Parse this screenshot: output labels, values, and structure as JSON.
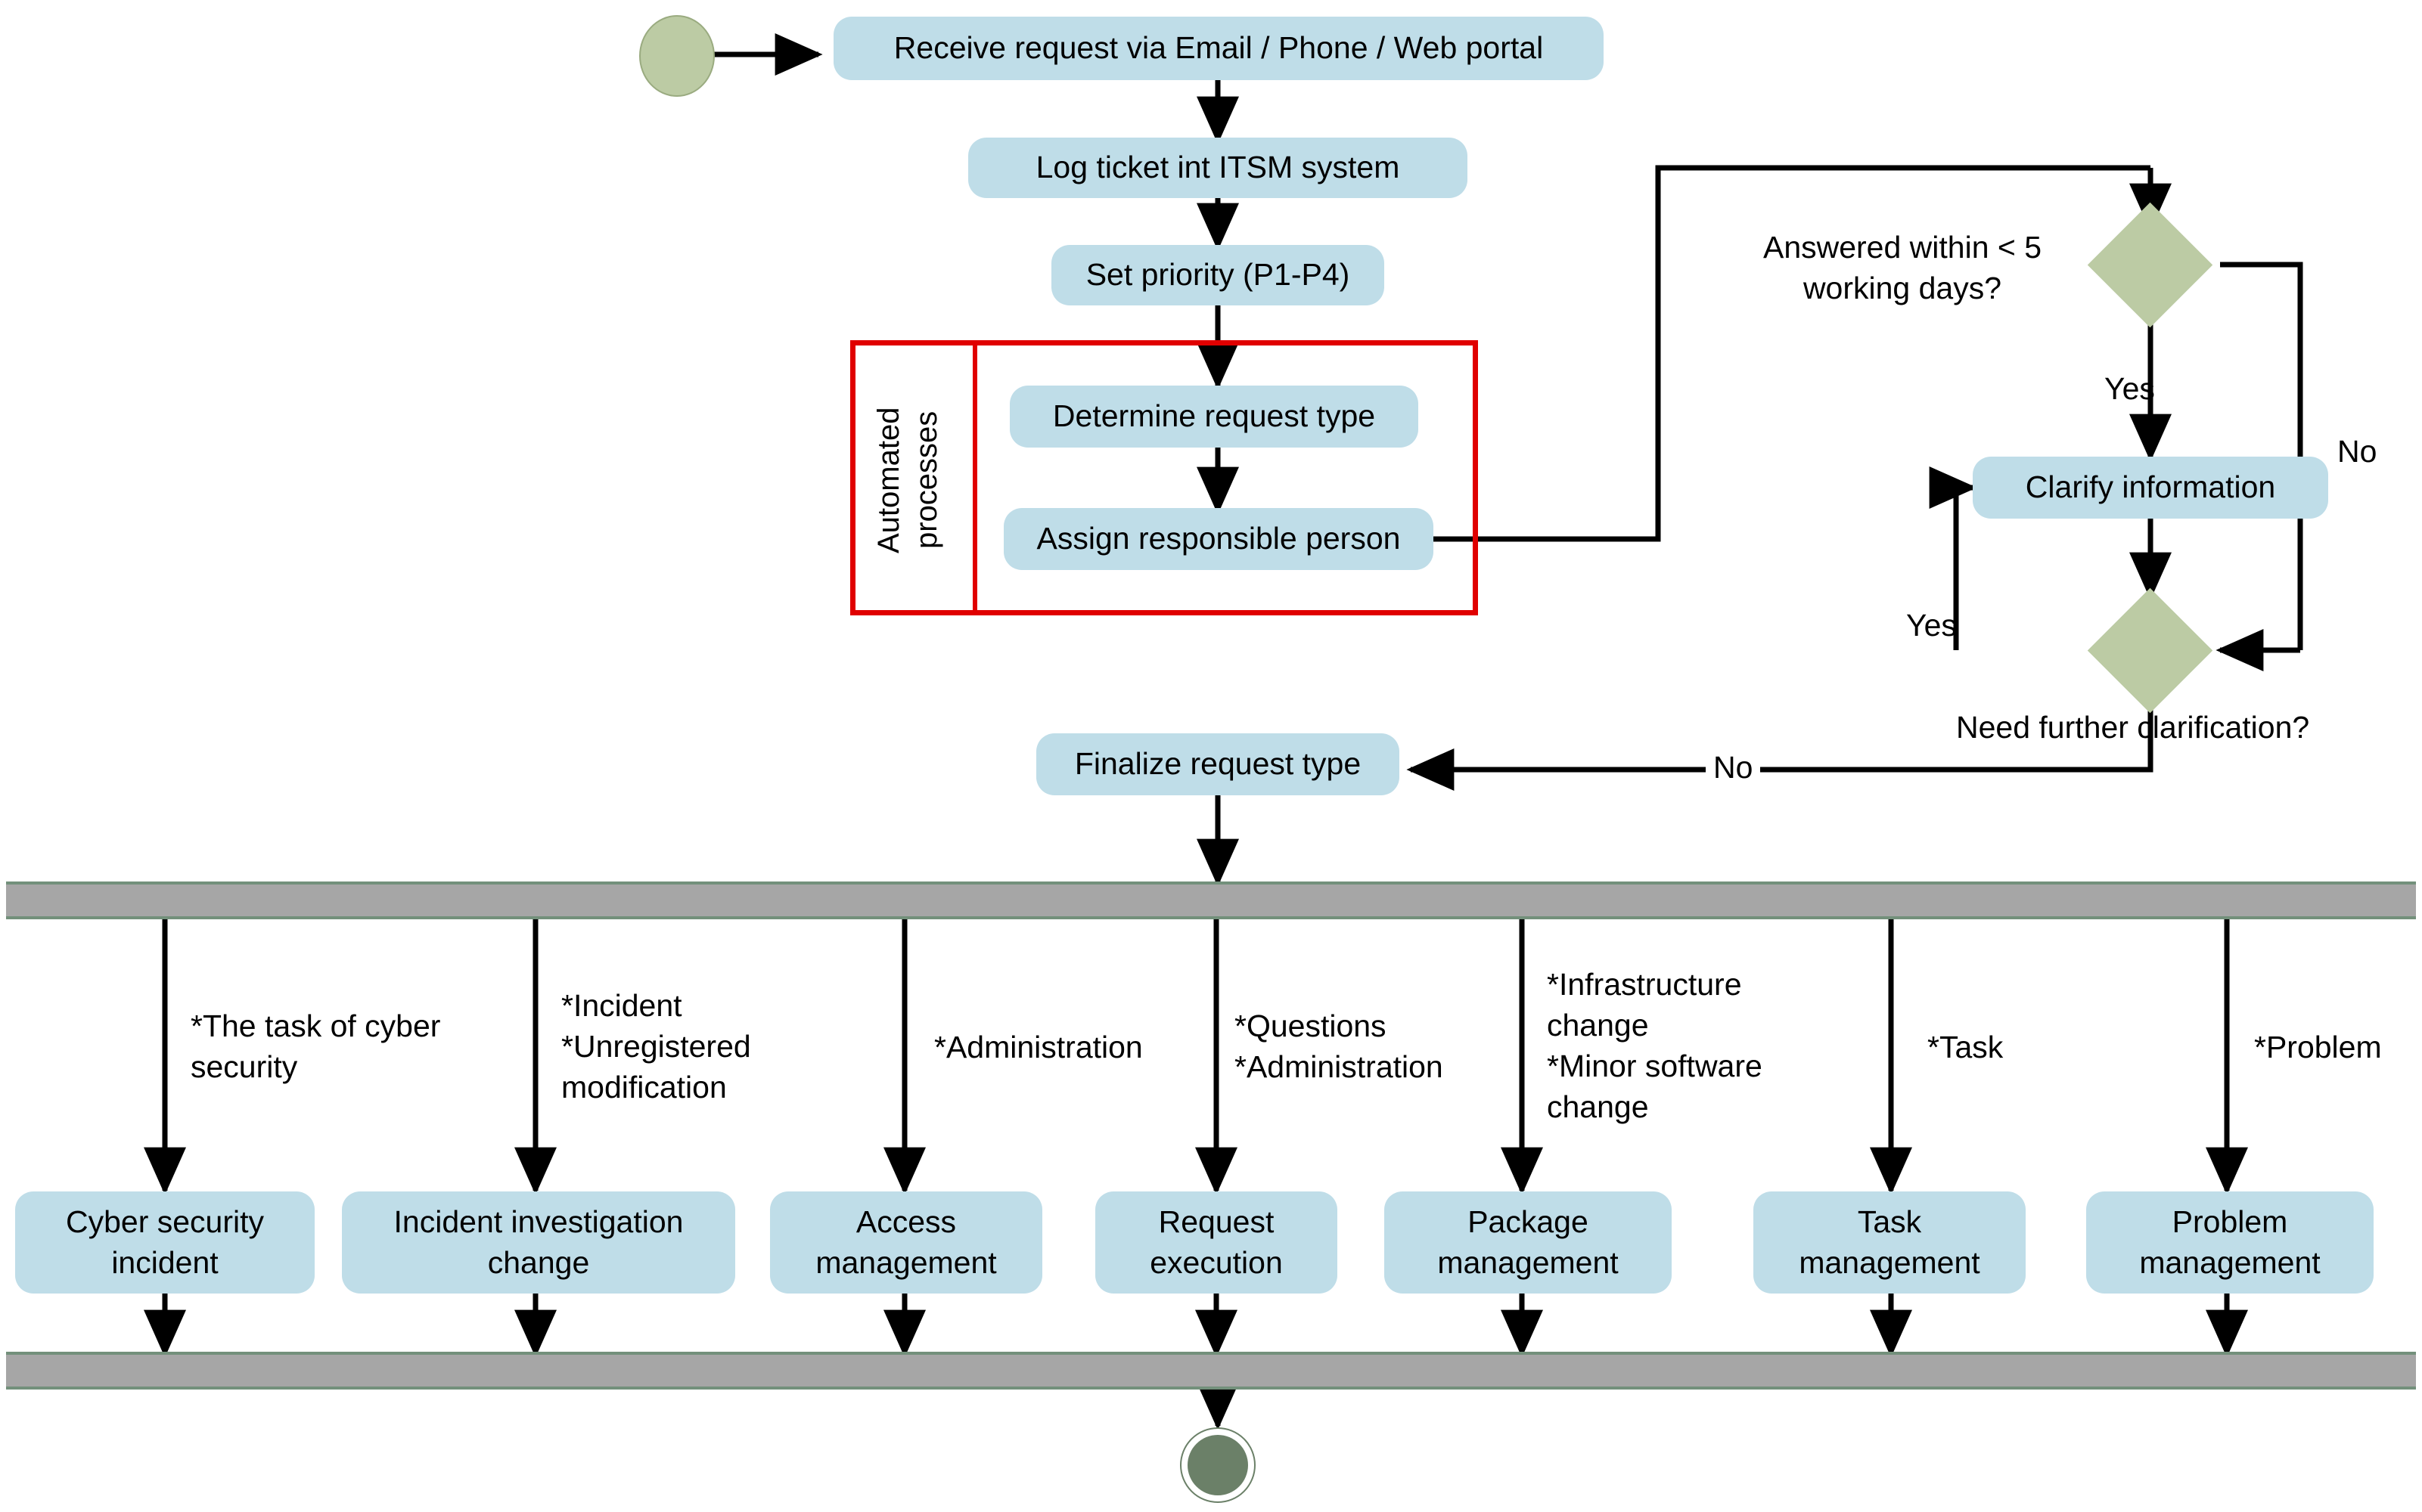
{
  "diagram": {
    "title": "IT service request handling flow",
    "colors": {
      "node_fill": "#bfdde8",
      "decision_fill": "#bccba4",
      "start_fill": "#bccba4",
      "end_fill": "#6b8068",
      "bar_fill": "#a6a6a6",
      "bar_border": "#73907b",
      "group_border": "#e00000",
      "connector": "#000000"
    },
    "start_node": {
      "name": "start"
    },
    "end_node": {
      "name": "end"
    },
    "nodes": [
      {
        "id": "receive",
        "label": "Receive request via Email / Phone / Web portal"
      },
      {
        "id": "log",
        "label": "Log ticket int ITSM system"
      },
      {
        "id": "priority",
        "label": "Set priority (P1-P4)"
      },
      {
        "id": "determine",
        "label": "Determine request type"
      },
      {
        "id": "assign",
        "label": "Assign responsible person"
      },
      {
        "id": "clarify",
        "label": "Clarify information"
      },
      {
        "id": "finalize",
        "label": "Finalize request type"
      }
    ],
    "decisions": [
      {
        "id": "answered",
        "label": "Answered within < 5\nworking days?"
      },
      {
        "id": "further",
        "label": "Need further clarification?"
      }
    ],
    "group": {
      "label": "Automated\nprocesses"
    },
    "edge_labels": {
      "answered_yes": "Yes",
      "answered_no": "No",
      "further_yes": "Yes",
      "further_no": "No"
    },
    "branches": [
      {
        "note": "*The task of cyber\nsecurity",
        "target": "Cyber security\nincident"
      },
      {
        "note": "*Incident\n*Unregistered\nmodification",
        "target": "Incident investigation\nchange"
      },
      {
        "note": "*Administration",
        "target": "Access\nmanagement"
      },
      {
        "note": "*Questions\n*Administration",
        "target": "Request\nexecution"
      },
      {
        "note": "*Infrastructure\nchange\n*Minor software\nchange",
        "target": "Package\nmanagement"
      },
      {
        "note": "*Task",
        "target": "Task\nmanagement"
      },
      {
        "note": "*Problem",
        "target": "Problem\nmanagement"
      }
    ]
  }
}
